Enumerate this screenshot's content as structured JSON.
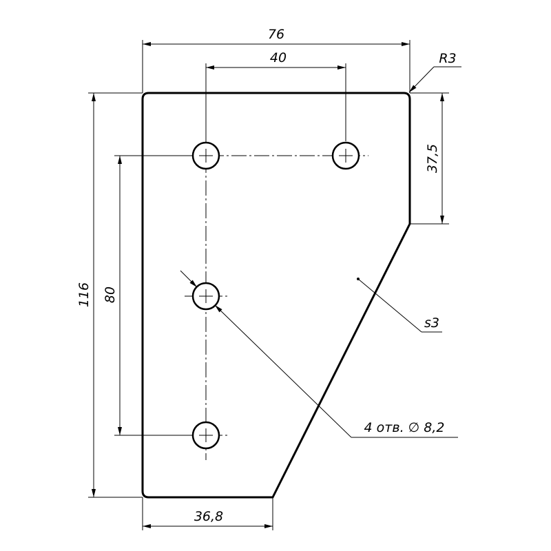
{
  "drawing": {
    "dimensions": {
      "overall_width": "76",
      "hole_spacing_horizontal": "40",
      "corner_radius": "R3",
      "top_edge_height": "37,5",
      "overall_height": "116",
      "hole_spacing_vertical": "80",
      "bottom_width": "36,8"
    },
    "notes": {
      "thickness": "s3",
      "holes": "4 отв. ∅ 8,2"
    }
  }
}
